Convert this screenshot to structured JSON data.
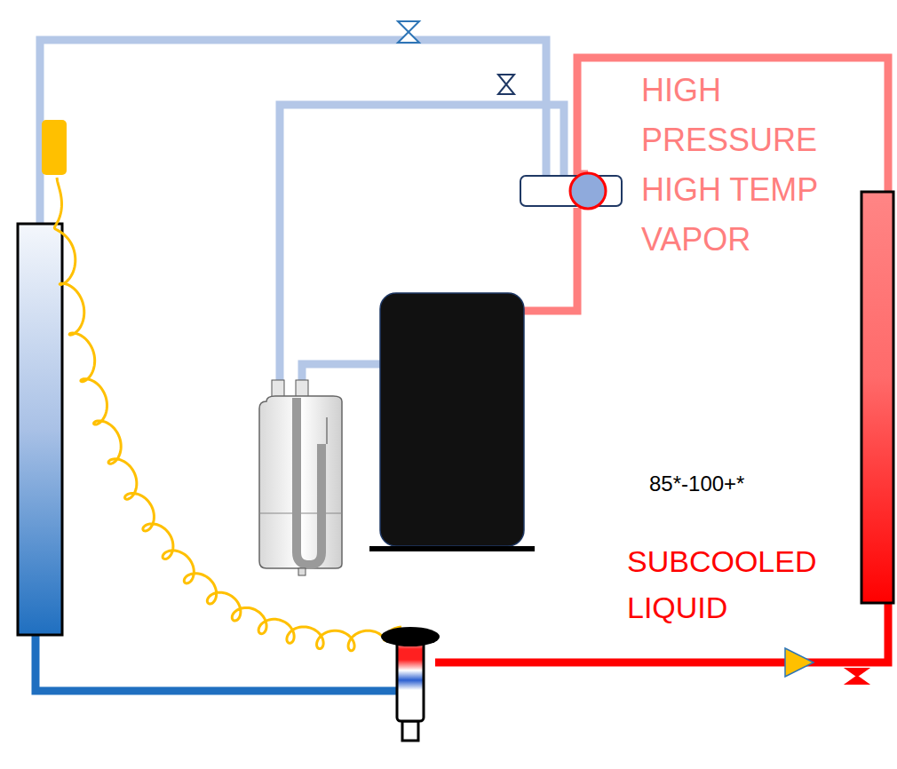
{
  "diagram": {
    "labels": [
      "HIGH PRESSURE HIGH TEMP VAPOR",
      "85*-100+*",
      "SUBCOOLED LIQUID"
    ]
  }
}
